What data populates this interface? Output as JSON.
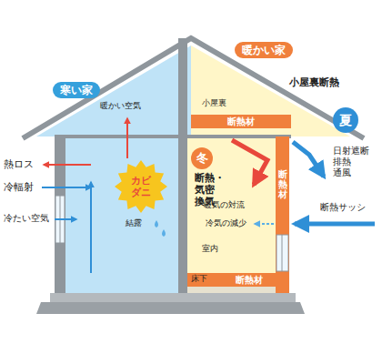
{
  "diagram": {
    "nodes": [
      {
        "text": [
          "寒い家"
        ]
      },
      {
        "text": [
          "暖かい家"
        ]
      },
      {
        "text": [
          "夏"
        ]
      },
      {
        "text": [
          "断熱材"
        ]
      },
      {
        "text": [
          "カビ ダニ"
        ]
      },
      {
        "text": [
          "冬"
        ]
      },
      {
        "text": [
          "断熱材"
        ]
      },
      {
        "text": [
          "断熱材"
        ]
      }
    ],
    "labels": [
      "小屋裏断熱",
      "暖かい空気",
      "小屋裏",
      "熱ロス",
      "冷輻射",
      "冷たい空気",
      "結露",
      "断熱・気密 換気",
      "暖気の対流",
      "冷気の減少",
      "室内",
      "床下",
      "日射遮断 排熱 通風",
      "断熱サッシ"
    ]
  }
}
